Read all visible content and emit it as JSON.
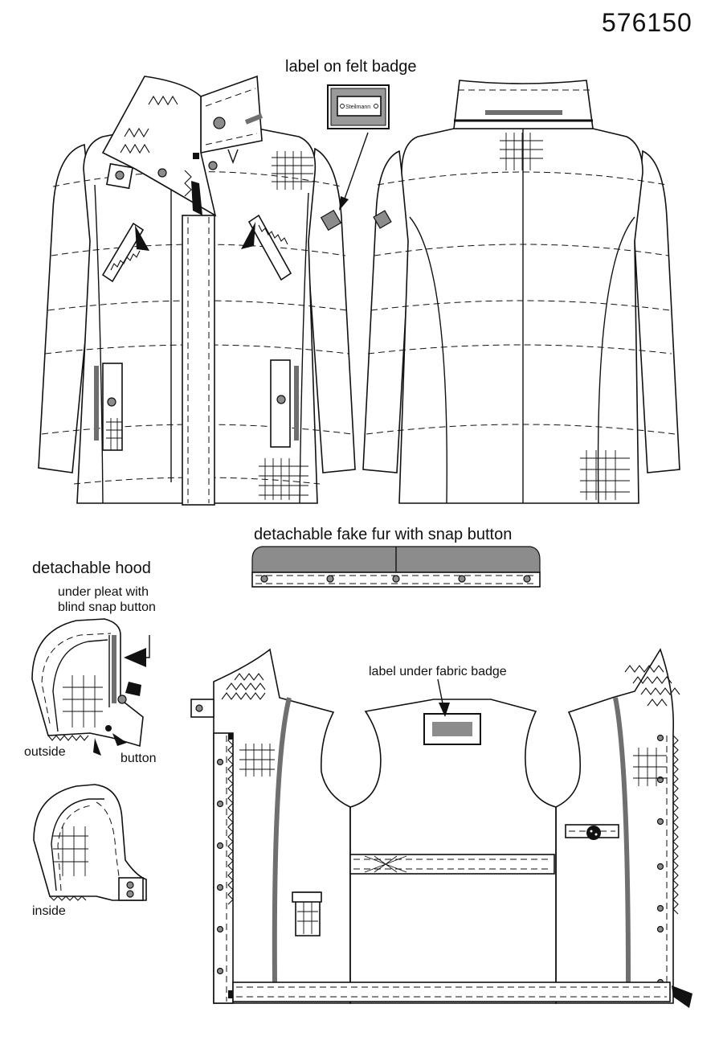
{
  "article_number": "576150",
  "labels": {
    "felt_badge": "label on felt badge",
    "badge_brand": "Steilmann",
    "fake_fur": "detachable fake fur with snap button",
    "hood": "detachable hood",
    "under_pleat_line1": "under pleat with",
    "under_pleat_line2": "blind snap button",
    "outside": "outside",
    "button": "button",
    "inside": "inside",
    "fabric_badge": "label under fabric badge"
  },
  "colors": {
    "outline": "#111111",
    "fill": "#ffffff",
    "accent_grey": "#8c8c8c",
    "band_grey": "#6f6f6f"
  },
  "icons": [
    "snap-button-icon",
    "zipper-pull-icon",
    "arrow-icon",
    "label-badge-icon"
  ]
}
